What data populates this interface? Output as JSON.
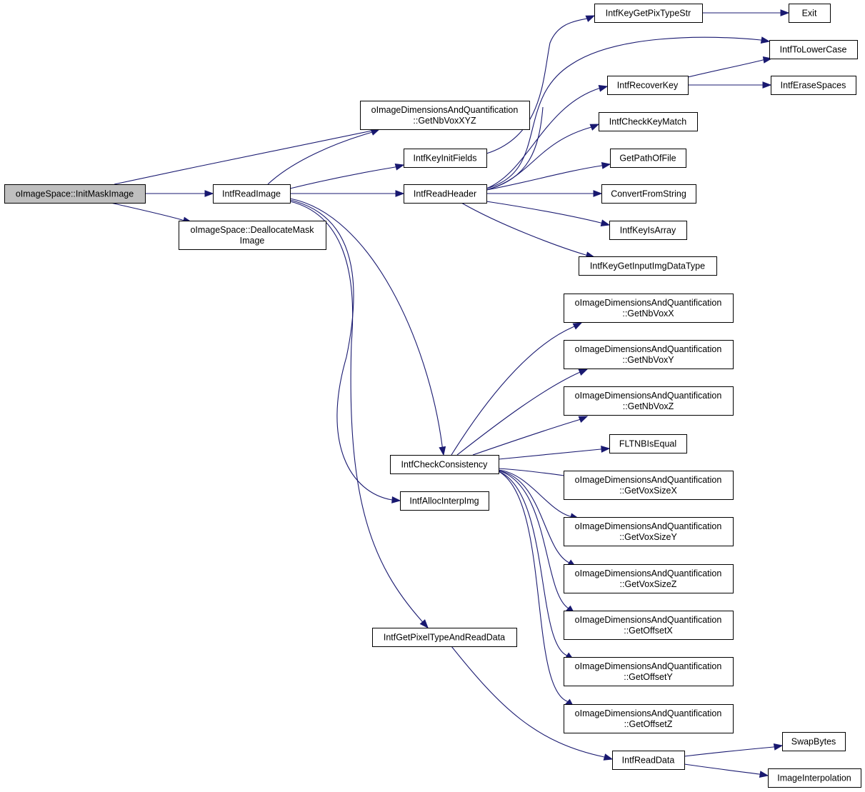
{
  "nodes": {
    "init_mask_image": [
      "oImageSpace::InitMaskImage"
    ],
    "intf_read_image": [
      "IntfReadImage"
    ],
    "dealloc_mask_image": [
      "oImageSpace::DeallocateMask",
      "Image"
    ],
    "get_nb_vox_xyz": [
      "oImageDimensionsAndQuantification",
      "::GetNbVoxXYZ"
    ],
    "intf_key_init_fields": [
      "IntfKeyInitFields"
    ],
    "intf_read_header": [
      "IntfReadHeader"
    ],
    "intf_check_consistency": [
      "IntfCheckConsistency"
    ],
    "intf_alloc_interp_img": [
      "IntfAllocInterpImg"
    ],
    "intf_get_pixel_type": [
      "IntfGetPixelTypeAndReadData"
    ],
    "intf_key_get_pix_type_str": [
      "IntfKeyGetPixTypeStr"
    ],
    "exit": [
      "Exit"
    ],
    "intf_to_lower_case": [
      "IntfToLowerCase"
    ],
    "intf_recover_key": [
      "IntfRecoverKey"
    ],
    "intf_erase_spaces": [
      "IntfEraseSpaces"
    ],
    "intf_check_key_match": [
      "IntfCheckKeyMatch"
    ],
    "get_path_of_file": [
      "GetPathOfFile"
    ],
    "convert_from_string": [
      "ConvertFromString"
    ],
    "intf_key_is_array": [
      "IntfKeyIsArray"
    ],
    "intf_key_get_input_img_data_type": [
      "IntfKeyGetInputImgDataType"
    ],
    "get_nb_vox_x": [
      "oImageDimensionsAndQuantification",
      "::GetNbVoxX"
    ],
    "get_nb_vox_y": [
      "oImageDimensionsAndQuantification",
      "::GetNbVoxY"
    ],
    "get_nb_vox_z": [
      "oImageDimensionsAndQuantification",
      "::GetNbVoxZ"
    ],
    "fltnb_is_equal": [
      "FLTNBIsEqual"
    ],
    "get_vox_size_x": [
      "oImageDimensionsAndQuantification",
      "::GetVoxSizeX"
    ],
    "get_vox_size_y": [
      "oImageDimensionsAndQuantification",
      "::GetVoxSizeY"
    ],
    "get_vox_size_z": [
      "oImageDimensionsAndQuantification",
      "::GetVoxSizeZ"
    ],
    "get_offset_x": [
      "oImageDimensionsAndQuantification",
      "::GetOffsetX"
    ],
    "get_offset_y": [
      "oImageDimensionsAndQuantification",
      "::GetOffsetY"
    ],
    "get_offset_z": [
      "oImageDimensionsAndQuantification",
      "::GetOffsetZ"
    ],
    "intf_read_data": [
      "IntfReadData"
    ],
    "swap_bytes": [
      "SwapBytes"
    ],
    "image_interpolation": [
      "ImageInterpolation"
    ]
  },
  "edges": [
    [
      "init_mask_image",
      "get_nb_vox_xyz"
    ],
    [
      "init_mask_image",
      "intf_read_image"
    ],
    [
      "init_mask_image",
      "dealloc_mask_image"
    ],
    [
      "intf_read_image",
      "get_nb_vox_xyz"
    ],
    [
      "intf_read_image",
      "intf_key_init_fields"
    ],
    [
      "intf_read_image",
      "intf_read_header"
    ],
    [
      "intf_read_image",
      "intf_check_consistency"
    ],
    [
      "intf_read_image",
      "intf_alloc_interp_img"
    ],
    [
      "intf_read_image",
      "intf_get_pixel_type"
    ],
    [
      "intf_key_init_fields",
      "intf_key_get_pix_type_str"
    ],
    [
      "intf_key_get_pix_type_str",
      "exit"
    ],
    [
      "intf_read_header",
      "intf_key_get_pix_type_str"
    ],
    [
      "intf_read_header",
      "intf_to_lower_case"
    ],
    [
      "intf_read_header",
      "intf_recover_key"
    ],
    [
      "intf_read_header",
      "intf_check_key_match"
    ],
    [
      "intf_read_header",
      "get_path_of_file"
    ],
    [
      "intf_read_header",
      "convert_from_string"
    ],
    [
      "intf_read_header",
      "intf_key_is_array"
    ],
    [
      "intf_read_header",
      "intf_key_get_input_img_data_type"
    ],
    [
      "intf_recover_key",
      "intf_to_lower_case"
    ],
    [
      "intf_recover_key",
      "intf_erase_spaces"
    ],
    [
      "intf_check_consistency",
      "get_nb_vox_x"
    ],
    [
      "intf_check_consistency",
      "get_nb_vox_y"
    ],
    [
      "intf_check_consistency",
      "get_nb_vox_z"
    ],
    [
      "intf_check_consistency",
      "fltnb_is_equal"
    ],
    [
      "intf_check_consistency",
      "get_vox_size_x"
    ],
    [
      "intf_check_consistency",
      "get_vox_size_y"
    ],
    [
      "intf_check_consistency",
      "get_vox_size_z"
    ],
    [
      "intf_check_consistency",
      "get_offset_x"
    ],
    [
      "intf_check_consistency",
      "get_offset_y"
    ],
    [
      "intf_check_consistency",
      "get_offset_z"
    ],
    [
      "intf_get_pixel_type",
      "intf_read_data"
    ],
    [
      "intf_read_data",
      "swap_bytes"
    ],
    [
      "intf_read_data",
      "image_interpolation"
    ]
  ],
  "colors": {
    "edge": "#191970",
    "root_fill": "#bfbfbf",
    "node_fill": "#ffffff",
    "node_stroke": "#000000"
  }
}
